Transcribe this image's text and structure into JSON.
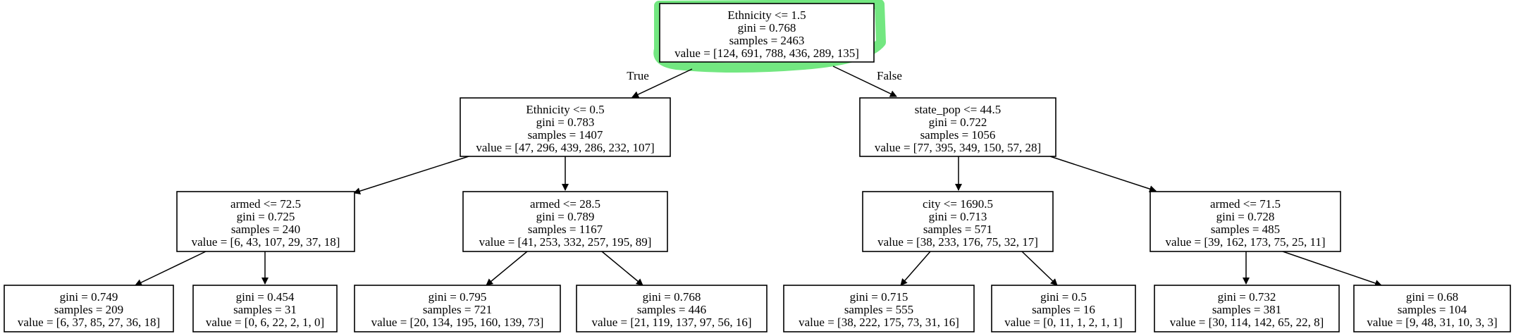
{
  "tree": {
    "highlight_color": "#5be36b",
    "root": {
      "lines": [
        "Ethnicity <= 1.5",
        "gini = 0.768",
        "samples = 2463",
        "value = [124, 691, 788, 436, 289, 135]"
      ]
    },
    "level1": [
      {
        "lines": [
          "Ethnicity <= 0.5",
          "gini = 0.783",
          "samples = 1407",
          "value = [47, 296, 439, 286, 232, 107]"
        ]
      },
      {
        "lines": [
          "state_pop <= 44.5",
          "gini = 0.722",
          "samples = 1056",
          "value = [77, 395, 349, 150, 57, 28]"
        ]
      }
    ],
    "level2": [
      {
        "lines": [
          "armed <= 72.5",
          "gini = 0.725",
          "samples = 240",
          "value = [6, 43, 107, 29, 37, 18]"
        ]
      },
      {
        "lines": [
          "armed <= 28.5",
          "gini = 0.789",
          "samples = 1167",
          "value = [41, 253, 332, 257, 195, 89]"
        ]
      },
      {
        "lines": [
          "city <= 1690.5",
          "gini = 0.713",
          "samples = 571",
          "value = [38, 233, 176, 75, 32, 17]"
        ]
      },
      {
        "lines": [
          "armed <= 71.5",
          "gini = 0.728",
          "samples = 485",
          "value = [39, 162, 173, 75, 25, 11]"
        ]
      }
    ],
    "leaves": [
      {
        "lines": [
          "gini = 0.749",
          "samples = 209",
          "value = [6, 37, 85, 27, 36, 18]"
        ]
      },
      {
        "lines": [
          "gini = 0.454",
          "samples = 31",
          "value = [0, 6, 22, 2, 1, 0]"
        ]
      },
      {
        "lines": [
          "gini = 0.795",
          "samples = 721",
          "value = [20, 134, 195, 160, 139, 73]"
        ]
      },
      {
        "lines": [
          "gini = 0.768",
          "samples = 446",
          "value = [21, 119, 137, 97, 56, 16]"
        ]
      },
      {
        "lines": [
          "gini = 0.715",
          "samples = 555",
          "value = [38, 222, 175, 73, 31, 16]"
        ]
      },
      {
        "lines": [
          "gini = 0.5",
          "samples = 16",
          "value = [0, 11, 1, 2, 1, 1]"
        ]
      },
      {
        "lines": [
          "gini = 0.732",
          "samples = 381",
          "value = [30, 114, 142, 65, 22, 8]"
        ]
      },
      {
        "lines": [
          "gini = 0.68",
          "samples = 104",
          "value = [9, 48, 31, 10, 3, 3]"
        ]
      }
    ],
    "edge_labels": {
      "true_label": "True",
      "false_label": "False"
    }
  }
}
